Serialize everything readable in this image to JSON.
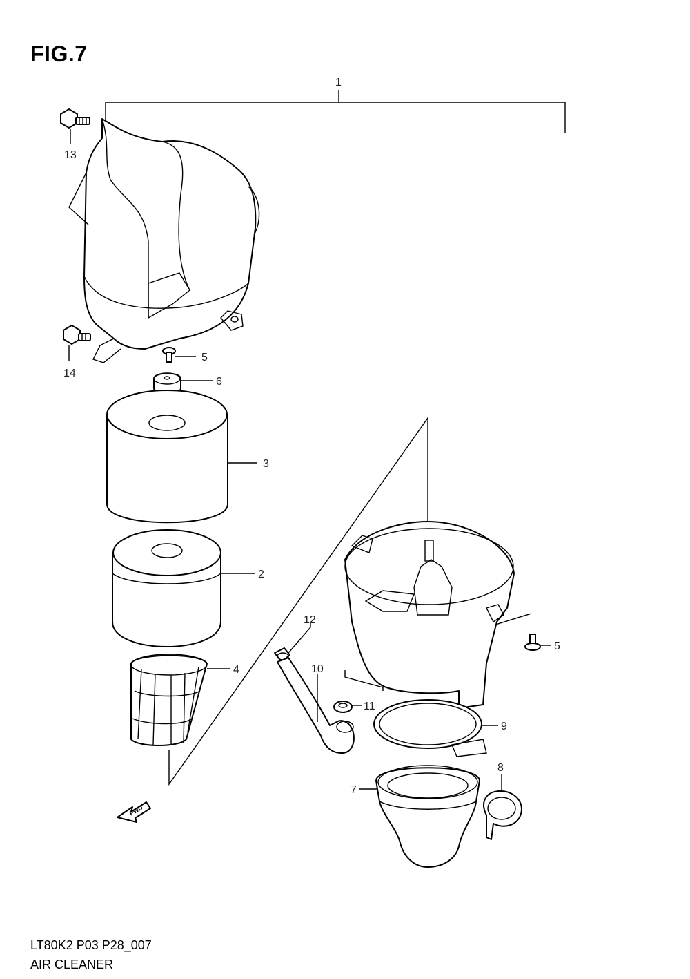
{
  "figure": {
    "title": "FIG.7",
    "diagram_code": "LT80K2 P03 P28_007",
    "assembly_name": "AIR CLEANER",
    "fwd_label": "FWD"
  },
  "callouts": [
    {
      "key": "c1",
      "number": "1"
    },
    {
      "key": "c2",
      "number": "2"
    },
    {
      "key": "c3",
      "number": "3"
    },
    {
      "key": "c4",
      "number": "4"
    },
    {
      "key": "c5a",
      "number": "5"
    },
    {
      "key": "c5b",
      "number": "5"
    },
    {
      "key": "c6",
      "number": "6"
    },
    {
      "key": "c7",
      "number": "7"
    },
    {
      "key": "c8",
      "number": "8"
    },
    {
      "key": "c9",
      "number": "9"
    },
    {
      "key": "c10",
      "number": "10"
    },
    {
      "key": "c11",
      "number": "11"
    },
    {
      "key": "c12",
      "number": "12"
    },
    {
      "key": "c13",
      "number": "13"
    },
    {
      "key": "c14",
      "number": "14"
    }
  ]
}
